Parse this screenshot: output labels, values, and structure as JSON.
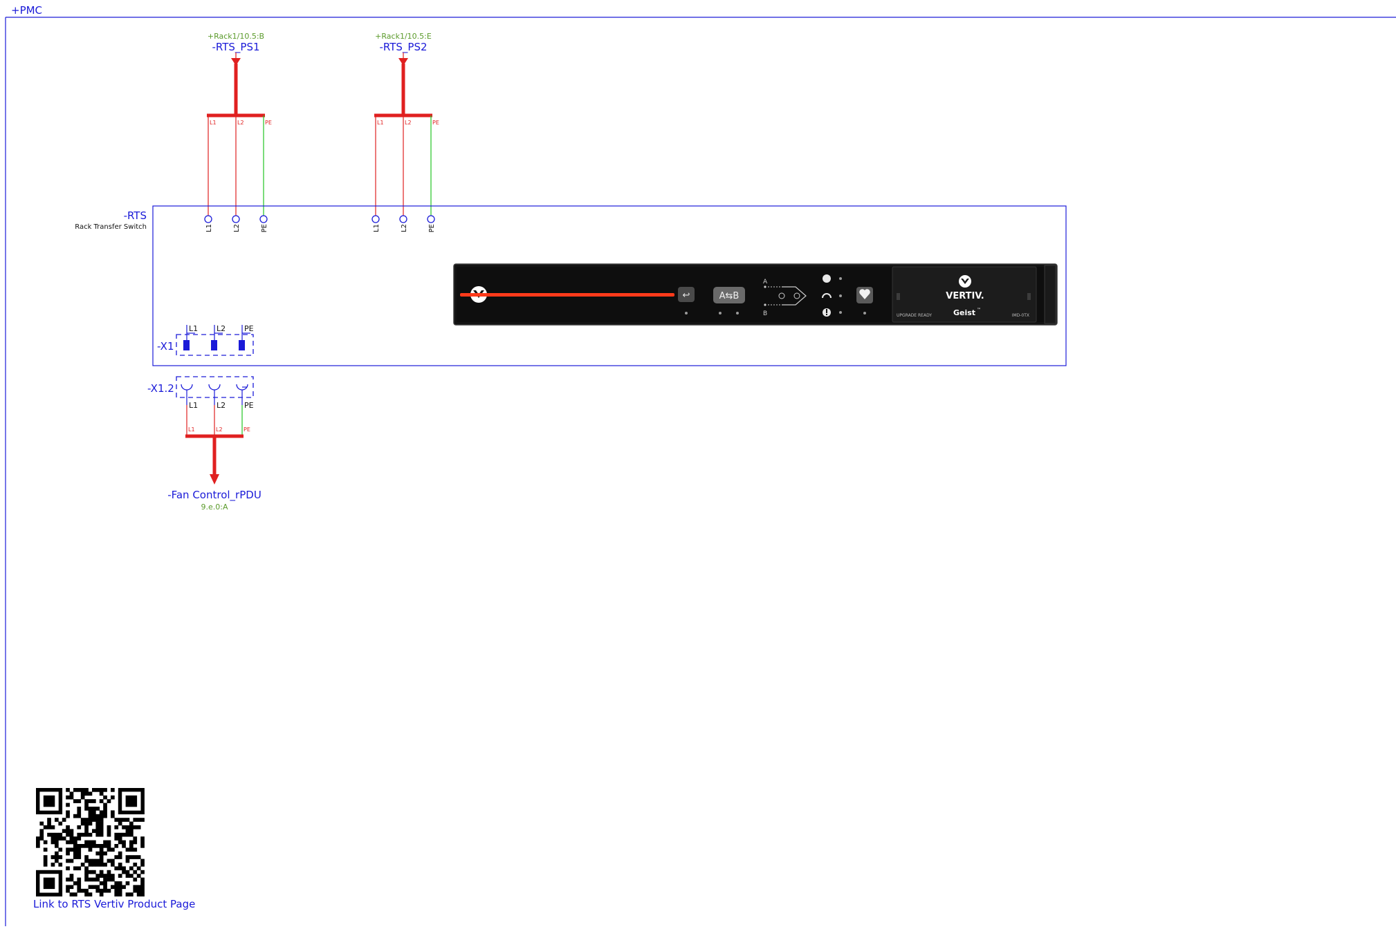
{
  "frame": {
    "title": "+PMC"
  },
  "colors": {
    "wire_phase": "#e02020",
    "wire_pe": "#22c422",
    "symbol": "#1a1ad8",
    "ref": "#5a9a2a"
  },
  "ps1": {
    "ref": "+Rack1/10.5:B",
    "name": "-RTS_PS1",
    "taps": [
      "L1",
      "L2",
      "PE"
    ]
  },
  "ps2": {
    "ref": "+Rack1/10.5:E",
    "name": "-RTS_PS2",
    "taps": [
      "L1",
      "L2",
      "PE"
    ]
  },
  "rts": {
    "name": "-RTS",
    "desc": "Rack Transfer Switch",
    "pins1": [
      "L1",
      "L2",
      "PE"
    ],
    "pins2": [
      "L1",
      "L2",
      "PE"
    ]
  },
  "x1": {
    "name": "-X1",
    "pins": [
      "L1",
      "L2",
      "PE"
    ]
  },
  "x12": {
    "name": "-X1.2",
    "pins": [
      "L1",
      "L2",
      "PE"
    ],
    "taps": [
      "L1",
      "L2",
      "PE"
    ]
  },
  "out": {
    "name": "-Fan Control_rPDU",
    "ref": "9.e.0:A"
  },
  "device": {
    "brand": "VERTIV.",
    "model": "Geist",
    "tm": "™",
    "upgrade": "UPGRADE READY",
    "part": "IMD-0TX",
    "label_a": "A",
    "label_b": "B",
    "ab_key": "A⇆B"
  },
  "qr": {
    "link_text": "Link to RTS Vertiv Product Page"
  }
}
